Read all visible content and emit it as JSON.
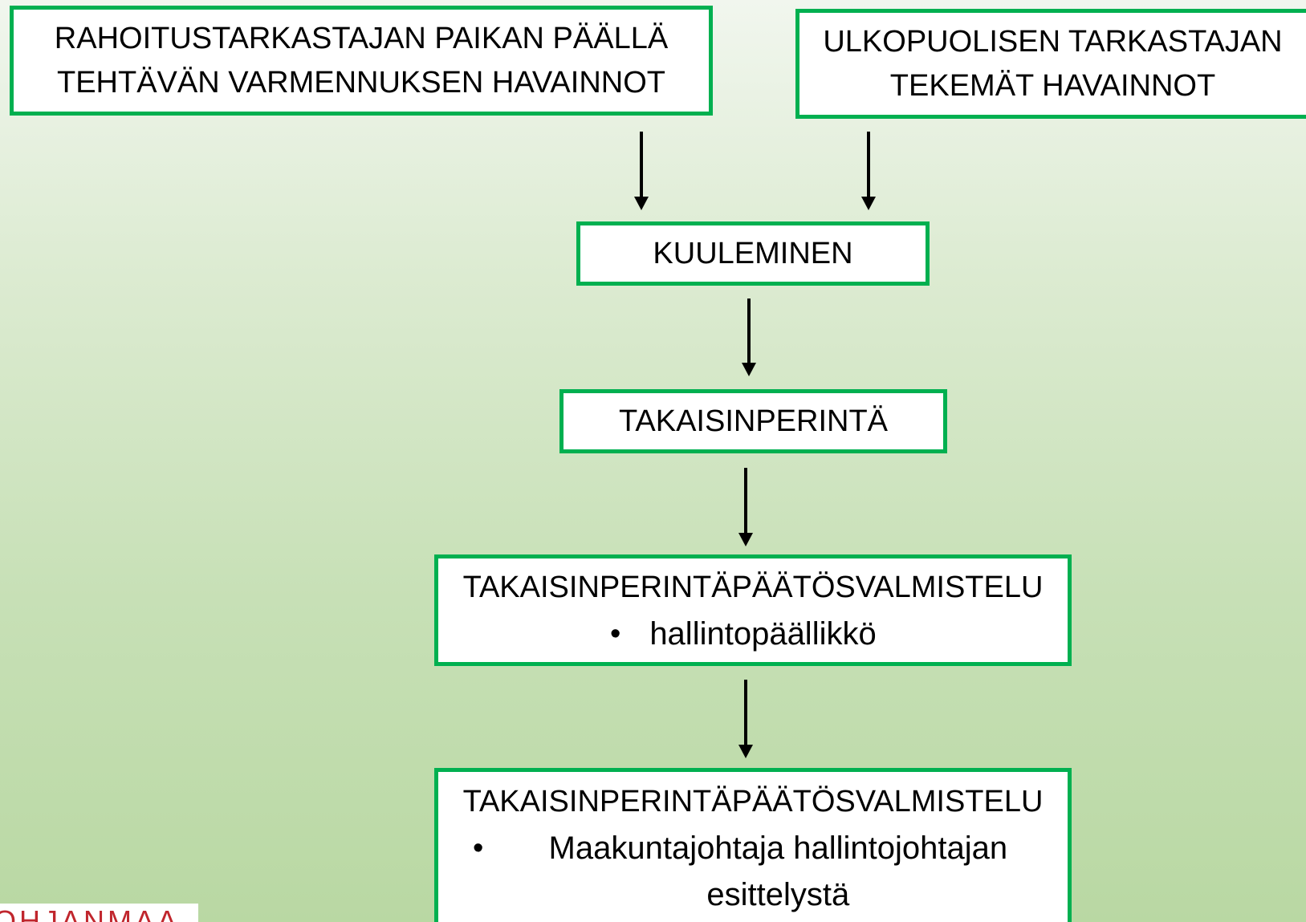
{
  "diagram": {
    "box_1": {
      "lines": [
        "RAHOITUSTARKASTAJAN PAIKAN PÄÄLLÄ",
        "TEHTÄVÄN VARMENNUKSEN HAVAINNOT"
      ]
    },
    "box_2": {
      "lines": [
        "ULKOPUOLISEN TARKASTAJAN",
        "TEKEMÄT HAVAINNOT"
      ]
    },
    "box_3": {
      "title": "KUULEMINEN"
    },
    "box_4": {
      "title": "TAKAISINPERINTÄ"
    },
    "box_5": {
      "title": "TAKAISINPERINTÄPÄÄTÖSVALMISTELU",
      "bullets": [
        "hallintopäällikkö"
      ]
    },
    "box_6": {
      "title": "TAKAISINPERINTÄPÄÄTÖSVALMISTELU",
      "bullets": [
        "Maakuntajohtaja hallintojohtajan esittelystä"
      ]
    },
    "bullet_glyph": "•"
  },
  "logo": {
    "text": "OHJANMAA"
  },
  "colors": {
    "box_border": "#00b050",
    "box_fill": "#ffffff",
    "arrow": "#000000",
    "text": "#000000",
    "logo_text": "#c0262d",
    "background_top": "#f1f6ee",
    "background_bottom": "#b9d8a3"
  }
}
